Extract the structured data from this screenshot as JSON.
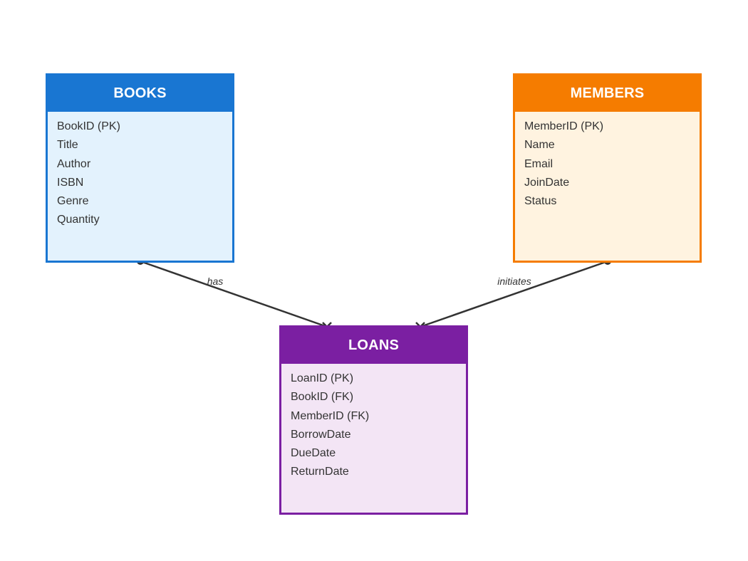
{
  "entities": {
    "books": {
      "title": "BOOKS",
      "color": "#1976d2",
      "fill": "#e3f2fd",
      "attributes": [
        "BookID (PK)",
        "Title",
        "Author",
        "ISBN",
        "Genre",
        "Quantity"
      ]
    },
    "members": {
      "title": "MEMBERS",
      "color": "#f57c00",
      "fill": "#fff3e0",
      "attributes": [
        "MemberID (PK)",
        "Name",
        "Email",
        "JoinDate",
        "Status"
      ]
    },
    "loans": {
      "title": "LOANS",
      "color": "#7b1fa2",
      "fill": "#f3e5f5",
      "attributes": [
        "LoanID (PK)",
        "BookID (FK)",
        "MemberID (FK)",
        "BorrowDate",
        "DueDate",
        "ReturnDate"
      ]
    }
  },
  "relationships": [
    {
      "from": "BOOKS",
      "to": "LOANS",
      "label": "has",
      "from_end": "one",
      "to_end": "many"
    },
    {
      "from": "MEMBERS",
      "to": "LOANS",
      "label": "initiates",
      "from_end": "one",
      "to_end": "many"
    }
  ],
  "line_color": "#333333"
}
